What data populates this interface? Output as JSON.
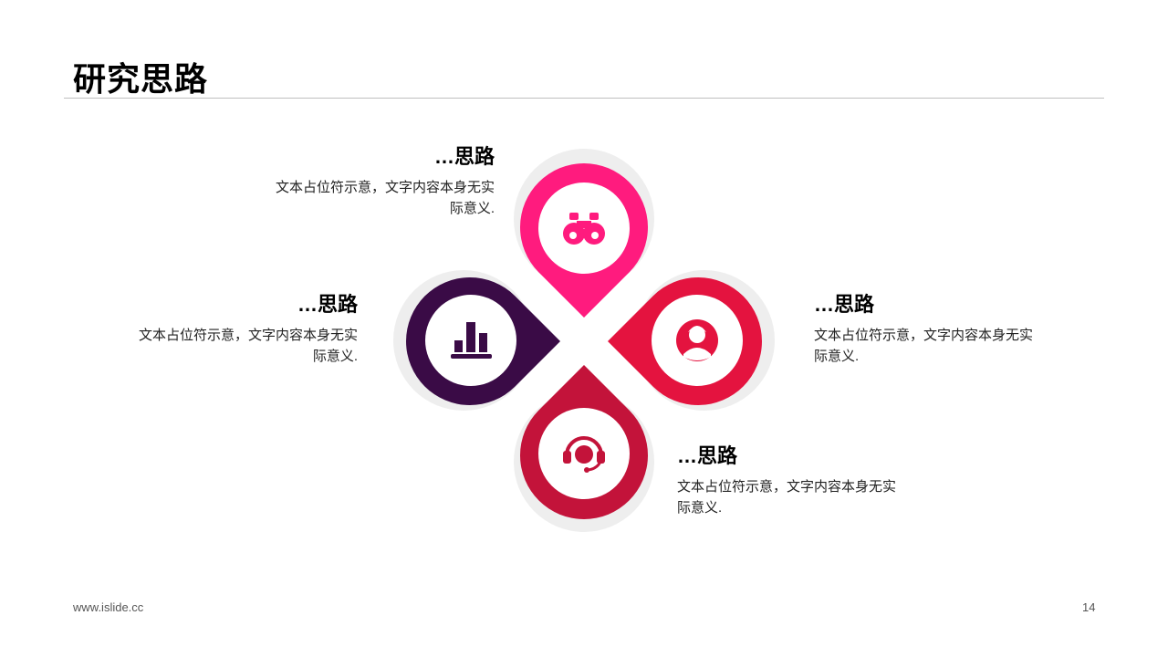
{
  "page": {
    "title": "研究思路"
  },
  "items": [
    {
      "heading": "…思路",
      "text": "文本占位符示意，文字内容本身无实际意义.",
      "color": "#ff1b7e",
      "icon": "binoculars-icon"
    },
    {
      "heading": "…思路",
      "text": "文本占位符示意，文字内容本身无实际意义.",
      "color": "#e4133f",
      "icon": "user-icon"
    },
    {
      "heading": "…思路",
      "text": "文本占位符示意，文字内容本身无实际意义.",
      "color": "#c3133a",
      "icon": "headset-icon"
    },
    {
      "heading": "…思路",
      "text": "文本占位符示意，文字内容本身无实际意义.",
      "color": "#3a0b46",
      "icon": "bar-chart-icon"
    }
  ],
  "footer": {
    "website": "www.islide.cc",
    "page_number": "14"
  }
}
